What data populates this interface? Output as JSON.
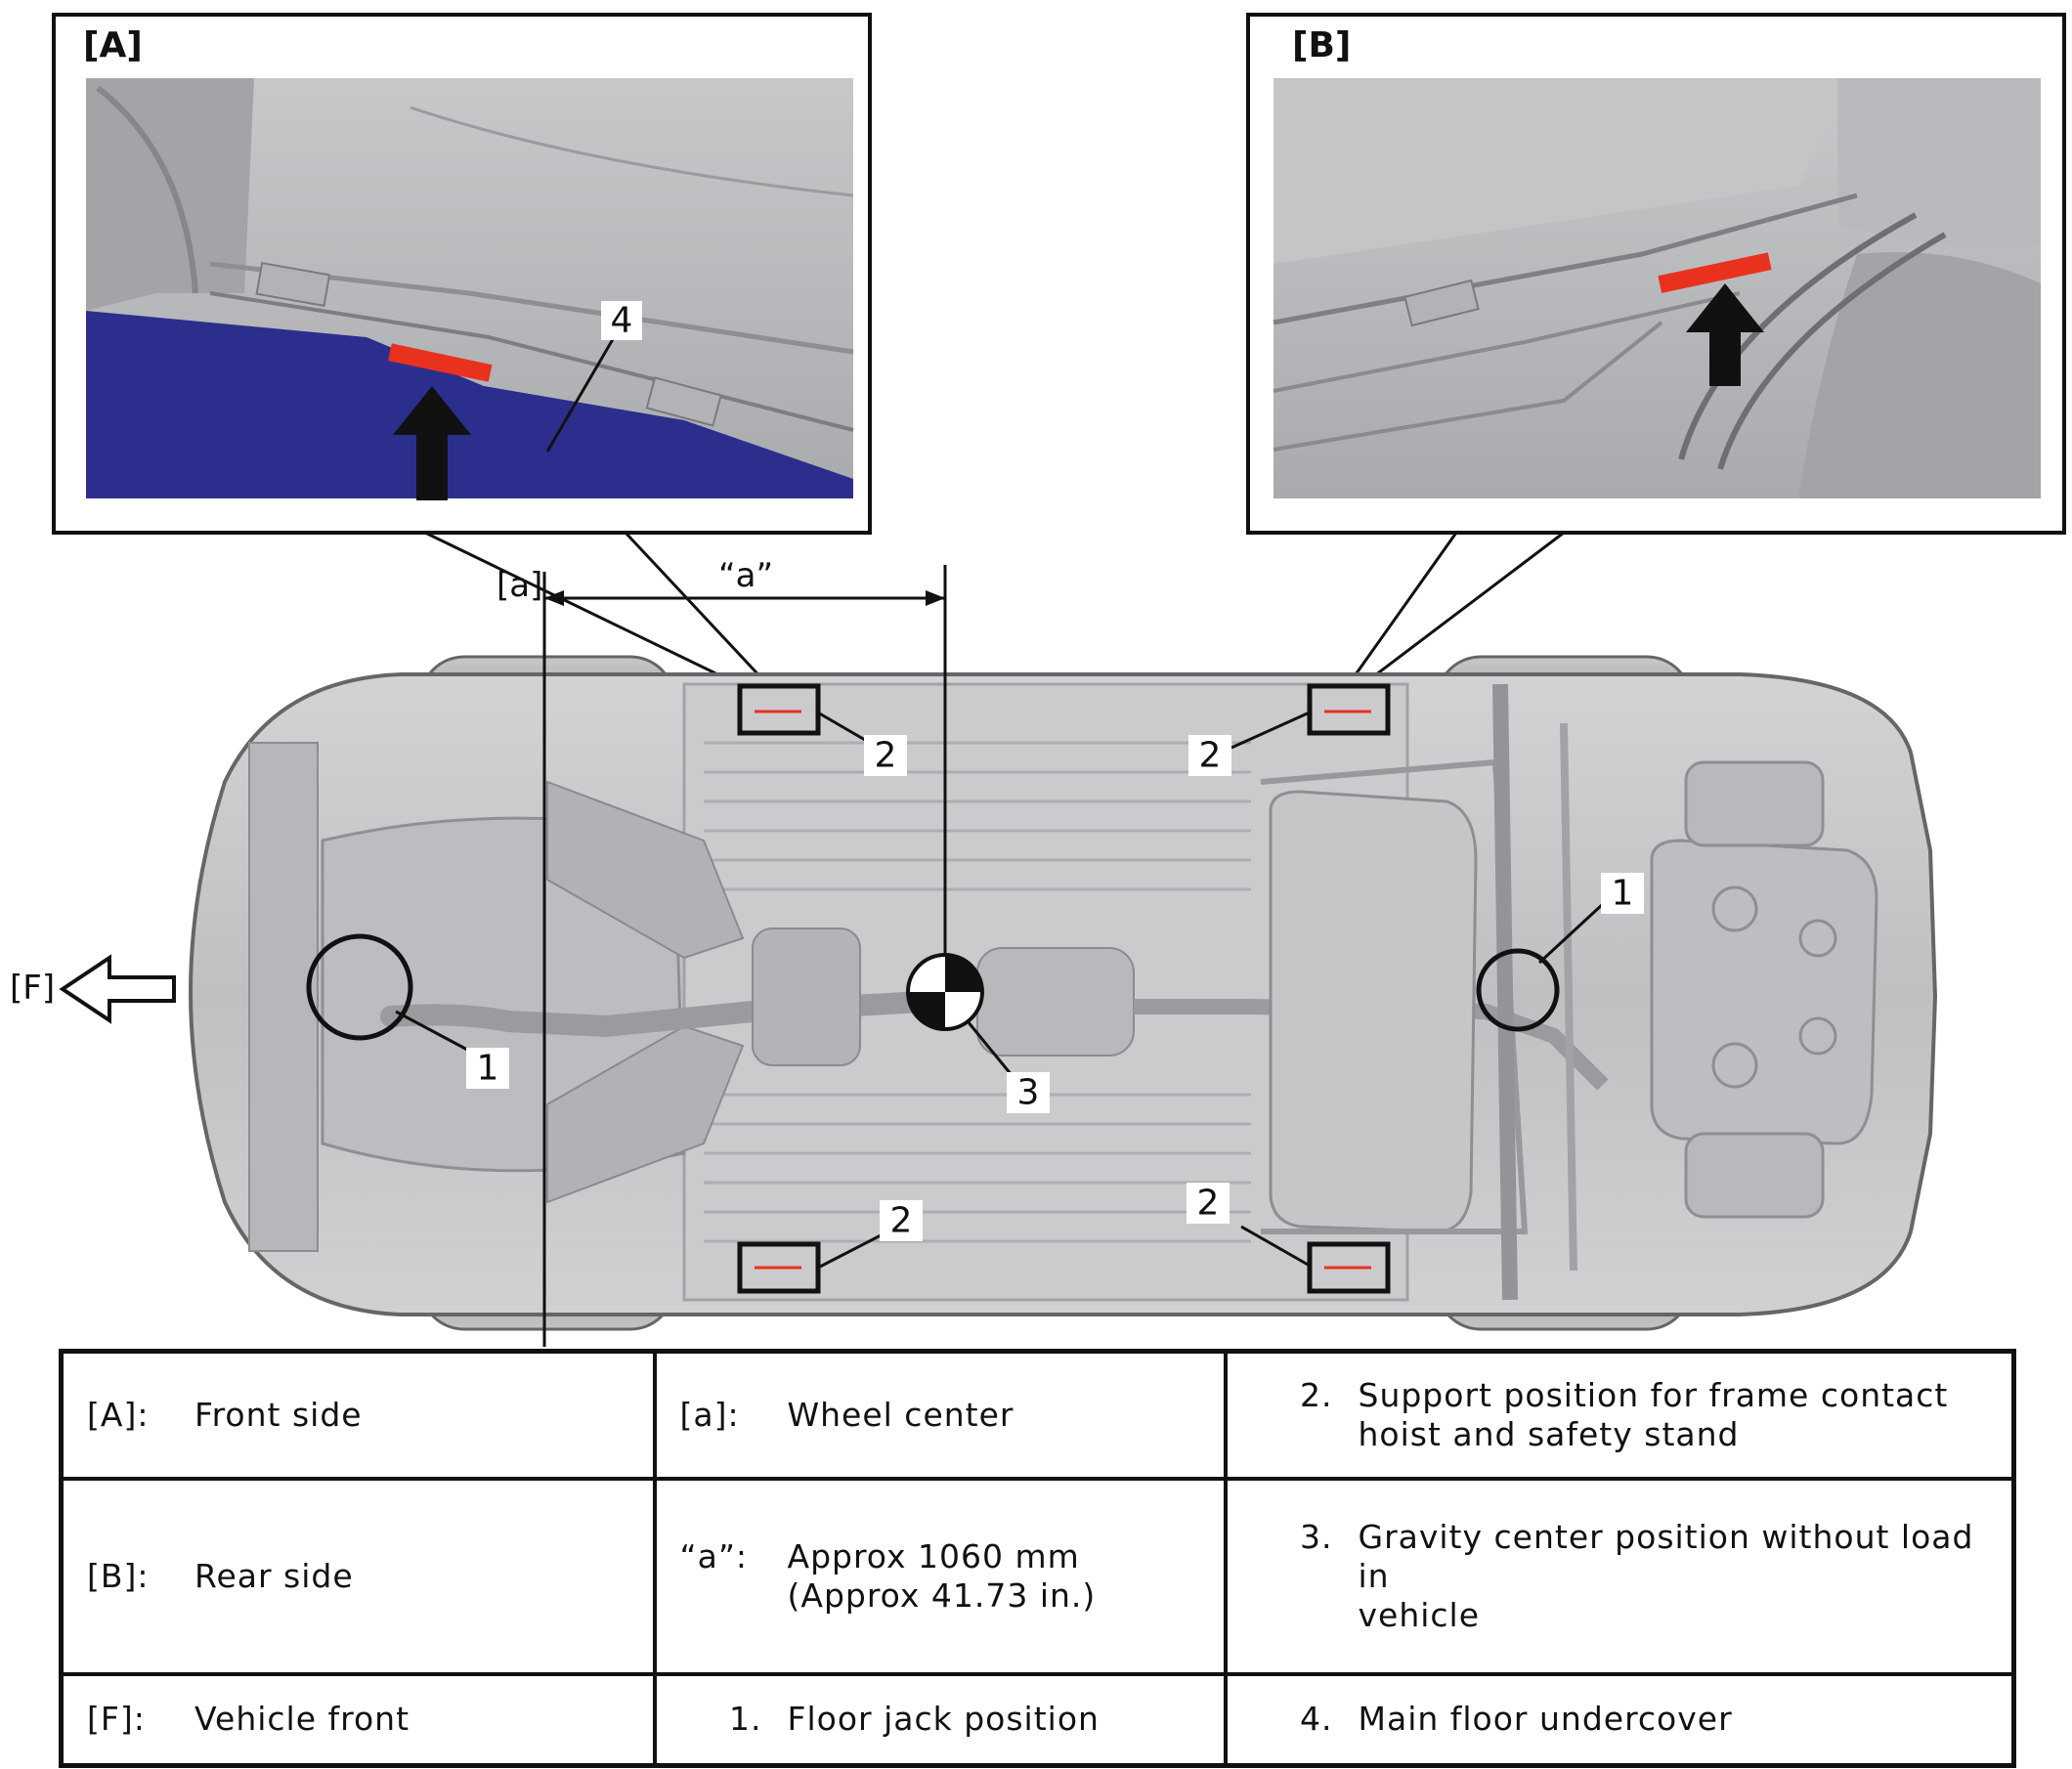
{
  "insets": {
    "front": {
      "title": "[A]",
      "callout": "4"
    },
    "rear": {
      "title": "[B]"
    }
  },
  "dimension": {
    "marker": "[a]",
    "label": "“a”"
  },
  "direction": {
    "label": "[F]"
  },
  "callouts": {
    "support_point": "2",
    "floor_jack": "1",
    "gravity_center": "3"
  },
  "legend": {
    "rows": [
      [
        {
          "key": "[A]:",
          "text": [
            "Front side"
          ]
        },
        {
          "key": "[a]:",
          "text": [
            "Wheel center"
          ]
        },
        {
          "key": "2.",
          "text": [
            "Support position for frame contact",
            "hoist and safety stand"
          ]
        }
      ],
      [
        {
          "key": "[B]:",
          "text": [
            "Rear side"
          ]
        },
        {
          "key": "“a”:",
          "text": [
            "Approx 1060 mm",
            "(Approx 41.73 in.)"
          ]
        },
        {
          "key": "3.",
          "text": [
            "Gravity center position without load in",
            "vehicle"
          ]
        }
      ],
      [
        {
          "key": "[F]:",
          "text": [
            "Vehicle front"
          ]
        },
        {
          "key": "1.",
          "text": [
            "Floor jack position"
          ]
        },
        {
          "key": "4.",
          "text": [
            "Main floor undercover"
          ]
        }
      ]
    ]
  },
  "colors": {
    "body": "#c9c9cb",
    "body_dark": "#9d9ea1",
    "tire": "#b4b5b8",
    "floor_blue": "#2b2e8c",
    "jack_pad": "#e8321e",
    "line": "#111111"
  }
}
